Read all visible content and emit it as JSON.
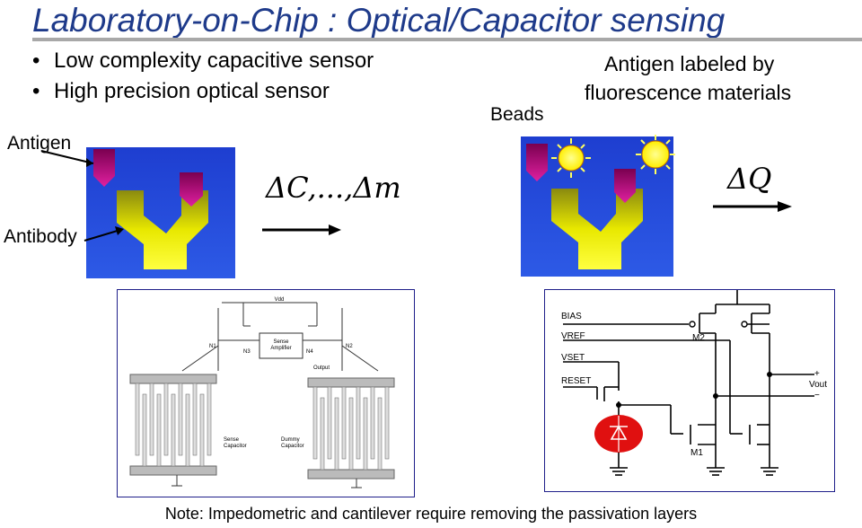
{
  "title": "Laboratory-on-Chip : Optical/Capacitor sensing",
  "bullets": [
    "Low complexity capacitive sensor",
    "High precision optical sensor"
  ],
  "left_diagram": {
    "antigen_label": "Antigen",
    "antibody_label": "Antibody",
    "measure_label": "ΔC,...,Δm"
  },
  "right_diagram": {
    "caption_line1": "Antigen labeled by",
    "caption_line2": "fluorescence materials",
    "beads_label": "Beads",
    "measure_label": "ΔQ"
  },
  "capacitive_circuit": {
    "vdd": "Vdd",
    "node_labels": [
      "N1",
      "N3",
      "N4",
      "N2"
    ],
    "amp_line1": "Sense",
    "amp_line2": "Amplifier",
    "output_label": "Output",
    "sense_line1": "Sense",
    "sense_line2": "Capacitor",
    "dummy_line1": "Dummy",
    "dummy_line2": "Capacitor"
  },
  "optical_circuit": {
    "signals": [
      "BIAS",
      "VREF",
      "VSET",
      "RESET"
    ],
    "transistors": [
      "M2",
      "M1"
    ],
    "vout_label": "Vout",
    "plus": "+",
    "minus": "−"
  },
  "note": "Note: Impedometric and cantilever require removing the passivation layers",
  "colors": {
    "title": "#1e3a8a",
    "panel_blue": "#2a4bd7",
    "antibody": "#e6e600",
    "antigen": "#b0107a",
    "bead": "#ffff00",
    "photodiode": "#e01010"
  }
}
